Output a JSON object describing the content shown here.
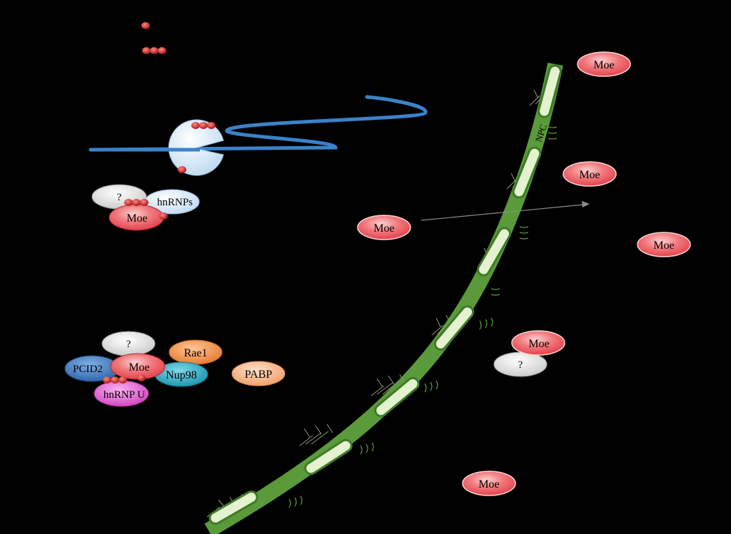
{
  "labels": {
    "moe": "Moe",
    "unknown": "?",
    "hnrnps": "hnRNPs",
    "pcid2": "PCID2",
    "rae1": "Rae1",
    "nup98": "Nup98",
    "pabp": "PABP",
    "hnrnp_u": "hnRNP U",
    "npc": "NPC"
  },
  "colors": {
    "background": "#000000",
    "moe_red": "#e8474f",
    "mrna_blue": "#3b82c8",
    "ribosome_blue": "#cfe4f6",
    "membrane_green": "#5a9a3a",
    "npc_pale": "#e4f2cf",
    "unknown_grey": "#d8d8d8",
    "pcid2_blue": "#2f6ab0",
    "rae1_orange": "#e9823a",
    "nup98_teal": "#1a9bb2",
    "pabp_peach": "#f2a878",
    "hnrnp_u_magenta": "#d94fc9",
    "mark_red": "#c0141c"
  },
  "icons": [
    "ribosome-icon",
    "mrna-strand-icon",
    "nuclear-envelope-icon",
    "export-arrow-icon"
  ]
}
